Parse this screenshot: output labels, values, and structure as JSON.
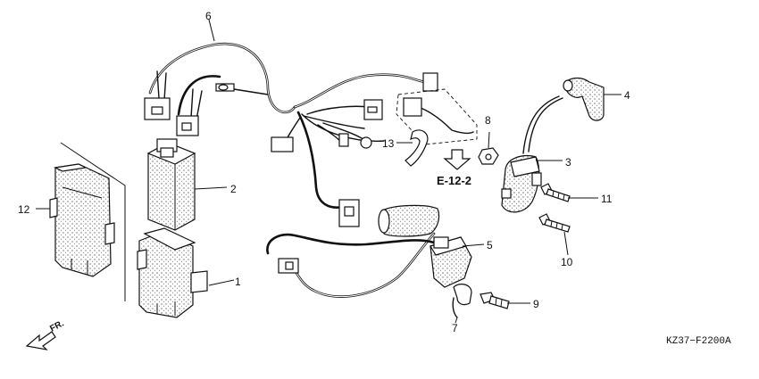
{
  "parts": [
    {
      "no": "1"
    },
    {
      "no": "2"
    },
    {
      "no": "3"
    },
    {
      "no": "4"
    },
    {
      "no": "5"
    },
    {
      "no": "6"
    },
    {
      "no": "7"
    },
    {
      "no": "8"
    },
    {
      "no": "9"
    },
    {
      "no": "10"
    },
    {
      "no": "11"
    },
    {
      "no": "12"
    },
    {
      "no": "13"
    }
  ],
  "reference": "E-12-2",
  "diagram_code": "KZ37−F2200A",
  "front_label": "FR.",
  "icons": [
    "front-arrow-icon",
    "down-arrow-icon"
  ]
}
